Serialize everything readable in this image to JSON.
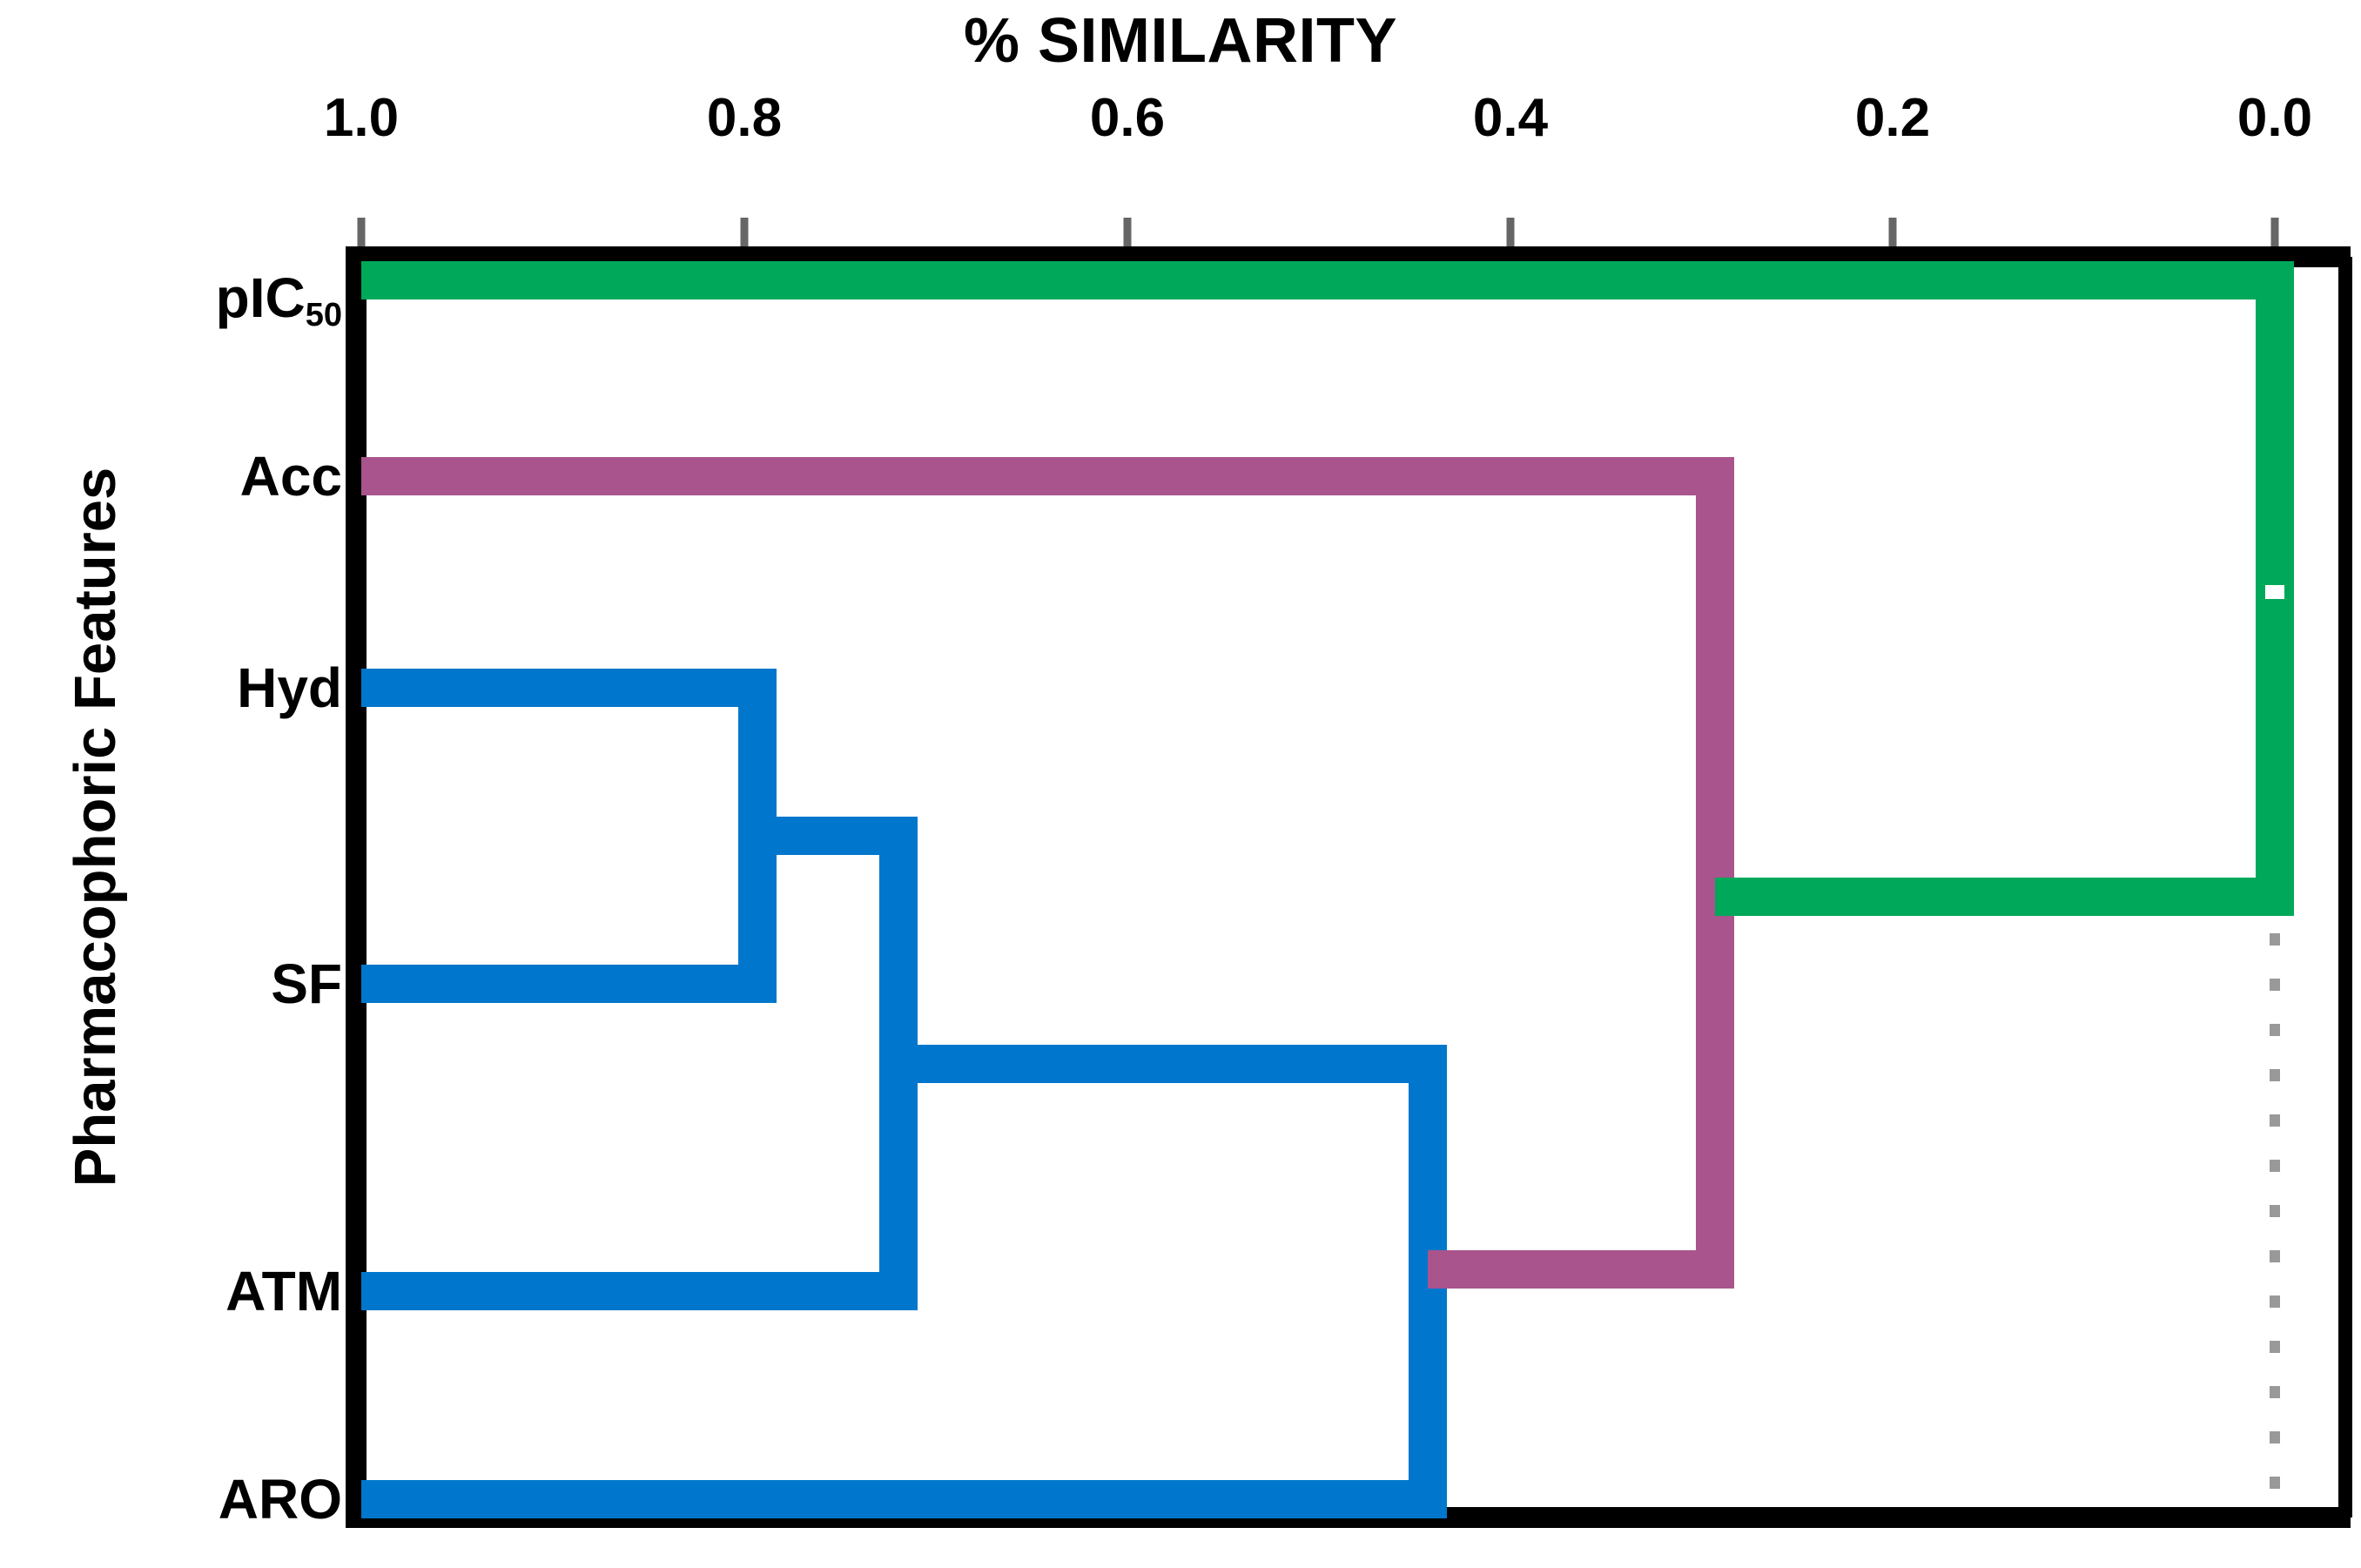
{
  "chart_data": {
    "type": "dendrogram",
    "title": "% SIMILARITY",
    "xlabel": "% SIMILARITY",
    "ylabel": "Pharmacophoric Features",
    "x_ticks": [
      "1.0",
      "0.8",
      "0.6",
      "0.4",
      "0.2",
      "0.0"
    ],
    "x_tick_values": [
      1.0,
      0.8,
      0.6,
      0.4,
      0.2,
      0.0
    ],
    "xlim": [
      1.0,
      0.0
    ],
    "x_axis_reversed": true,
    "grid": false,
    "legend": "none",
    "leaves": [
      {
        "id": "pIC50",
        "label": "pIC",
        "sub": "50",
        "order": 0,
        "color": "#00A85A"
      },
      {
        "id": "Acc",
        "label": "Acc",
        "sub": "",
        "order": 1,
        "color": "#A9548C"
      },
      {
        "id": "Hyd",
        "label": "Hyd",
        "sub": "",
        "order": 2,
        "color": "#0077CC"
      },
      {
        "id": "SF",
        "label": "SF",
        "sub": "",
        "order": 3,
        "color": "#0077CC"
      },
      {
        "id": "ATM",
        "label": "ATM",
        "sub": "",
        "order": 4,
        "color": "#0077CC"
      },
      {
        "id": "ARO",
        "label": "ARO",
        "sub": "",
        "order": 5,
        "color": "#0077CC"
      }
    ],
    "merges": [
      {
        "id": "m1",
        "children": [
          "Hyd",
          "SF"
        ],
        "similarity": 0.79,
        "color": "#0077CC"
      },
      {
        "id": "m2",
        "children": [
          "m1",
          "ATM"
        ],
        "similarity": 0.727,
        "color": "#0077CC"
      },
      {
        "id": "m3",
        "children": [
          "m2",
          "ARO"
        ],
        "similarity": 0.455,
        "color": "#0077CC"
      },
      {
        "id": "m4",
        "children": [
          "Acc",
          "m3"
        ],
        "similarity": 0.295,
        "color": "#A9548C"
      },
      {
        "id": "m5",
        "children": [
          "pIC50",
          "m4"
        ],
        "similarity": 0.0,
        "color": "#00A85A"
      }
    ],
    "reference_line": {
      "value": 0.0,
      "style": "dotted",
      "color": "#999999"
    },
    "colors": {
      "cluster_blue": "#0077CC",
      "cluster_purple": "#A9548C",
      "cluster_green": "#00A85A",
      "axis": "#000000",
      "dotted_line": "#999999",
      "background": "#FFFFFF"
    }
  }
}
